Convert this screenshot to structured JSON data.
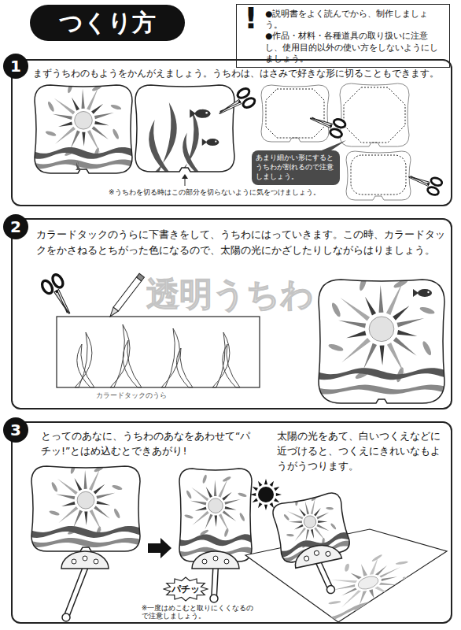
{
  "diagram": {
    "title": "つくり方",
    "nodes": [
      {
        "text": [
          "●説明書をよく読んでから、制作しましょう。",
          "●作品・材料・各種道具の取り扱いに注意し、使用目的以外の使い方をしないようにしましょう。"
        ]
      },
      {
        "text": [
          "まずうちわのもようをかんがえましょう。うちわは、はさみで好きな形に切ることもできます。"
        ]
      },
      {
        "text": [
          "1"
        ],
        "in": 1
      },
      {
        "text": [
          "あまり細かい形にするとうちわが割れるので注意しましょう。"
        ],
        "in": 1
      },
      {
        "text": [
          "カラードタックのうらに下書きをして、うちわにはっていきます。この時、カラードタックをかさねるとちがった色になるので、太陽の光にかざしたりしながらはりましょう。"
        ]
      },
      {
        "text": [
          "2"
        ],
        "in": 4
      },
      {
        "text": [
          "とってのあなに、うちわのあなをあわせて“パチッ!”とはめ込むとできあがり!",
          "太陽の光をあて、白いつくえなどに近づけると、つくえにきれいなもようがうつります。"
        ]
      },
      {
        "text": [
          "3"
        ],
        "in": 6
      },
      {
        "text": [
          "パチッ"
        ],
        "in": 6
      }
    ],
    "labels": [
      "!",
      "※うちわを切る時はこの部分を切らないように気をつけましょう。",
      "カラードタックのうら",
      "透明うちわ",
      "※一度はめこむと取りにくくなるので注意しましょう。"
    ]
  }
}
